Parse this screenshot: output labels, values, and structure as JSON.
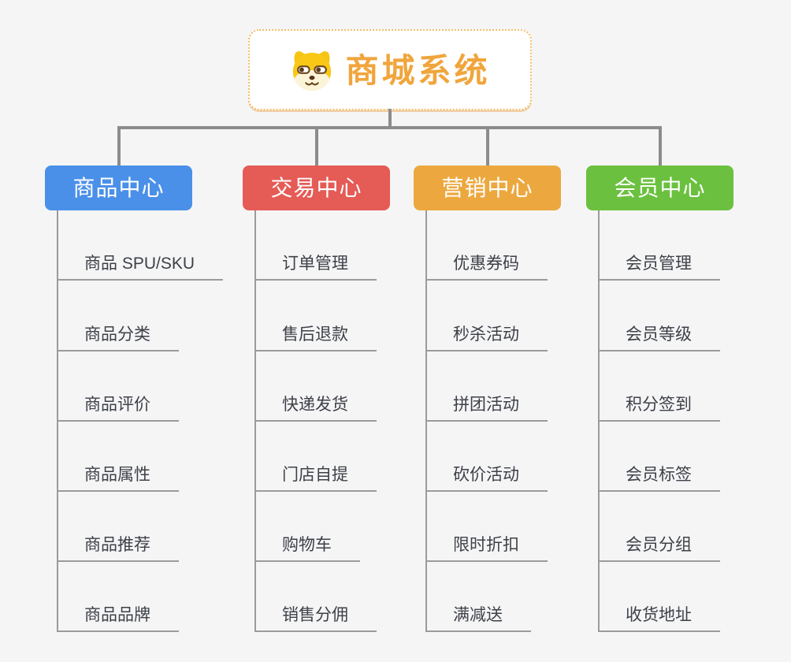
{
  "page": {
    "background_color": "#f5f5f6",
    "child_text_color": "#3d4147"
  },
  "root": {
    "title": "商城系统",
    "icon": "shiba-dog-icon",
    "title_color": "#f0a53c",
    "border_color": "#f2bd65"
  },
  "connectors": {
    "main_color": "#8c8c8c",
    "child_line_color": "#9b9b9b"
  },
  "branches": [
    {
      "label": "商品中心",
      "color": "#4a90e8",
      "children": [
        "商品 SPU/SKU",
        "商品分类",
        "商品评价",
        "商品属性",
        "商品推荐",
        "商品品牌"
      ]
    },
    {
      "label": "交易中心",
      "color": "#e55b56",
      "children": [
        "订单管理",
        "售后退款",
        "快递发货",
        "门店自提",
        "购物车",
        "销售分佣"
      ]
    },
    {
      "label": "营销中心",
      "color": "#eca83f",
      "children": [
        "优惠券码",
        "秒杀活动",
        "拼团活动",
        "砍价活动",
        "限时折扣",
        "满减送"
      ]
    },
    {
      "label": "会员中心",
      "color": "#6bc13f",
      "children": [
        "会员管理",
        "会员等级",
        "积分签到",
        "会员标签",
        "会员分组",
        "收货地址"
      ]
    }
  ]
}
